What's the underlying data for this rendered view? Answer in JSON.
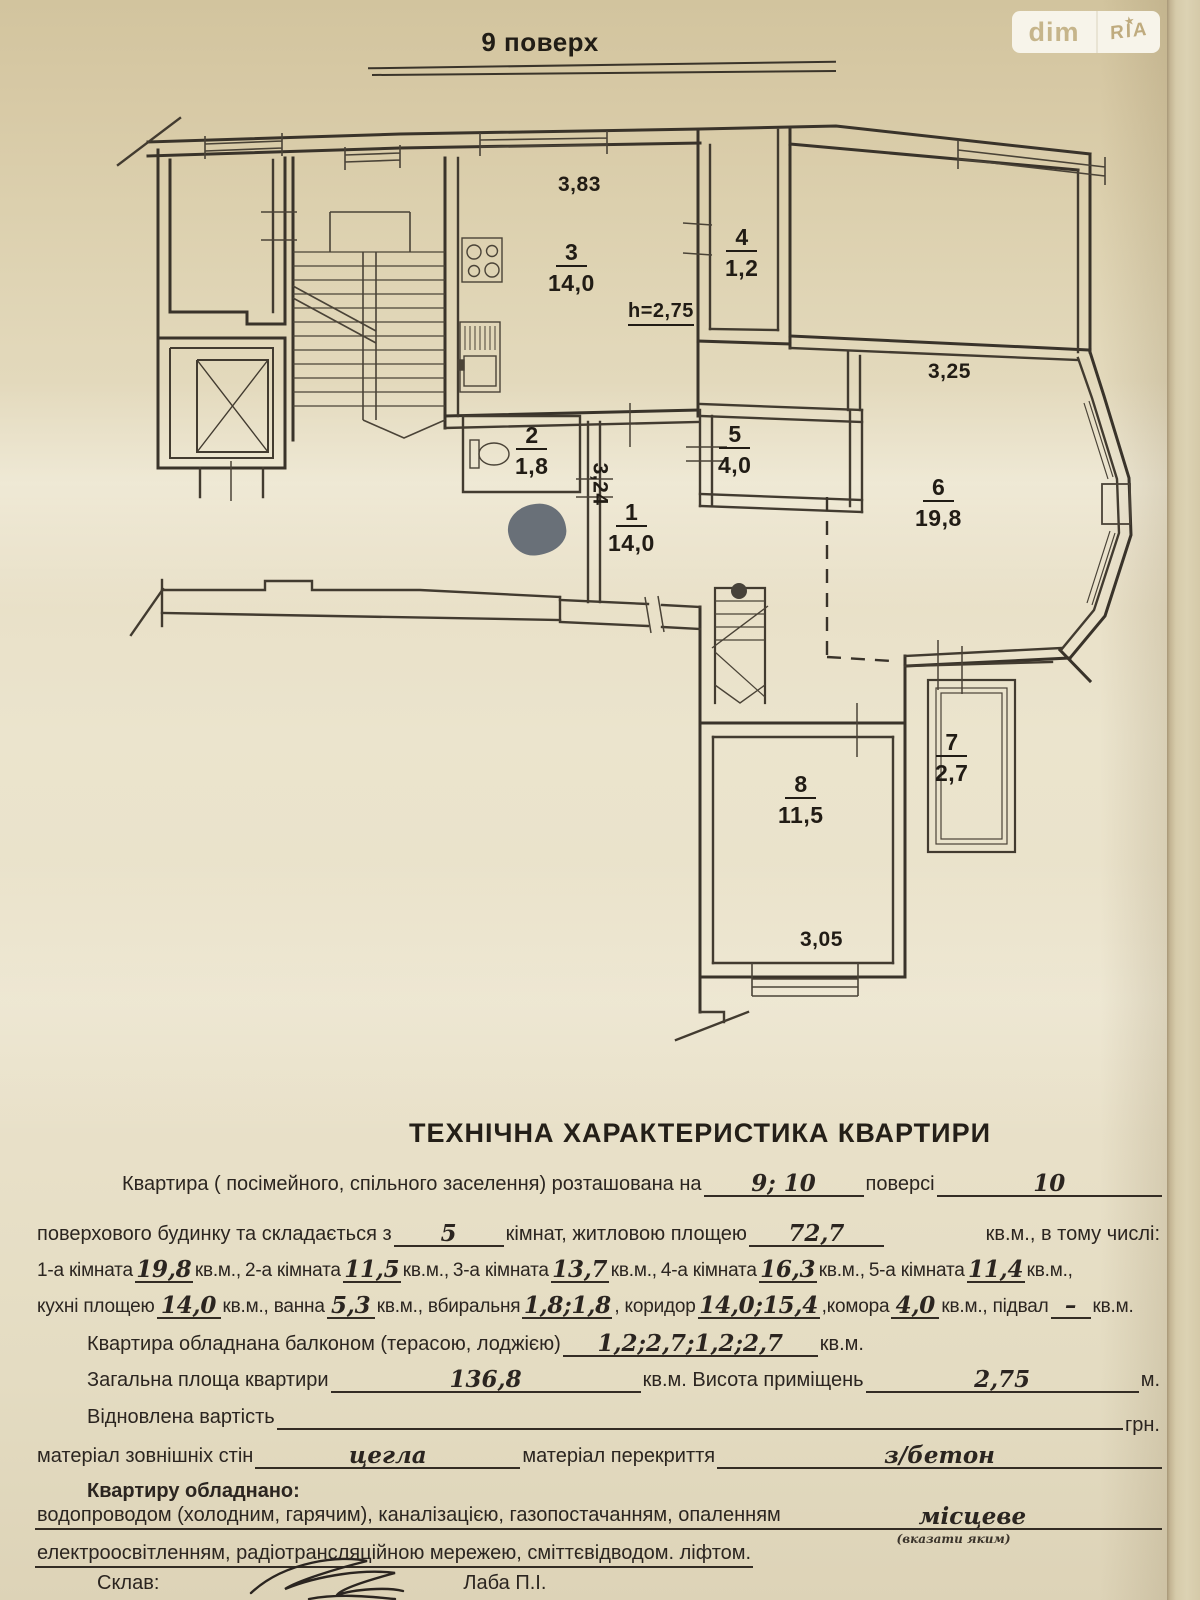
{
  "logo": {
    "dim": "dim",
    "ria": "RIA",
    "star": "★"
  },
  "colors": {
    "paper": "#e8dfc6",
    "ink": "#2b2520",
    "blob": "#697078",
    "logo_text": "#c6b58b"
  },
  "plan": {
    "title": "9 поверх",
    "rooms": {
      "r1": {
        "num": "1",
        "area": "14,0"
      },
      "r2": {
        "num": "2",
        "area": "1,8"
      },
      "r3": {
        "num": "3",
        "area": "14,0"
      },
      "r4": {
        "num": "4",
        "area": "1,2"
      },
      "r5": {
        "num": "5",
        "area": "4,0"
      },
      "r6": {
        "num": "6",
        "area": "19,8"
      },
      "r7": {
        "num": "7",
        "area": "2,7"
      },
      "r8": {
        "num": "8",
        "area": "11,5"
      }
    },
    "dims": {
      "top": "3,83",
      "right": "3,25",
      "vertical": "3,24",
      "bottom": "3,05",
      "height": "h=2,75"
    }
  },
  "form": {
    "title": "ТЕХНІЧНА ХАРАКТЕРИСТИКА   КВАРТИРИ",
    "l1a": "Квартира ( посімейного, спільного заселення) розташована на",
    "l1v1": "9; 10",
    "l1b": "поверсі",
    "l1v2": "10",
    "l2a": "поверхового будинку та складається з",
    "l2v1": "5",
    "l2b": "кімнат, житловою площею",
    "l2v2": "72,7",
    "l2c": "кв.м.,  в тому числі:",
    "l3": [
      {
        "t": "1-а кімната",
        "v": "19,8",
        "s": "кв.м.,"
      },
      {
        "t": "2-а кімната",
        "v": "11,5",
        "s": "кв.м.,"
      },
      {
        "t": "3-а кімната",
        "v": "13,7",
        "s": "кв.м.,"
      },
      {
        "t": "4-а кімната",
        "v": "16,3",
        "s": "кв.м.,"
      },
      {
        "t": "5-а кімната",
        "v": "11,4",
        "s": "кв.м.,"
      }
    ],
    "l4a": "кухні площею",
    "l4v1": "14,0",
    "l4b": "кв.м., ванна",
    "l4v2": "5,3",
    "l4c": "кв.м., вбиральня",
    "l4v3": "1,8;1,8",
    "l4d": ", коридор",
    "l4v4": "14,0;15,4",
    "l4e": ",комора",
    "l4v5": "4,0",
    "l4f": "кв.м., підвал",
    "l4v6": "–",
    "l4g": "кв.м.",
    "l5a": "Квартира обладнана балконом (терасою, лоджією)",
    "l5v": "1,2;2,7;1,2;2,7",
    "l5b": "кв.м.",
    "l6a": "Загальна площа квартири",
    "l6v1": "136,8",
    "l6b": "кв.м. Висота приміщень",
    "l6v2": "2,75",
    "l6c": "м.",
    "l7a": "Відновлена вартість",
    "l7b": "грн.",
    "l8a": "матеріал зовнішніх стін",
    "l8v1": "цегла",
    "l8b": "матеріал перекриття",
    "l8v2": "з/бетон",
    "l9": "Квартиру обладнано:",
    "l10a": "водопроводом (холодним, гарячим), каналізацією, газопостачанням, опаленням",
    "l10v": "місцеве",
    "l10note": "(вказати яким)",
    "l11": "електроосвітленням, радіотрансляційною мережею, сміттєвідводом. ліфтом.",
    "l12a": "Склав:",
    "l12b": "Лаба П.І."
  }
}
